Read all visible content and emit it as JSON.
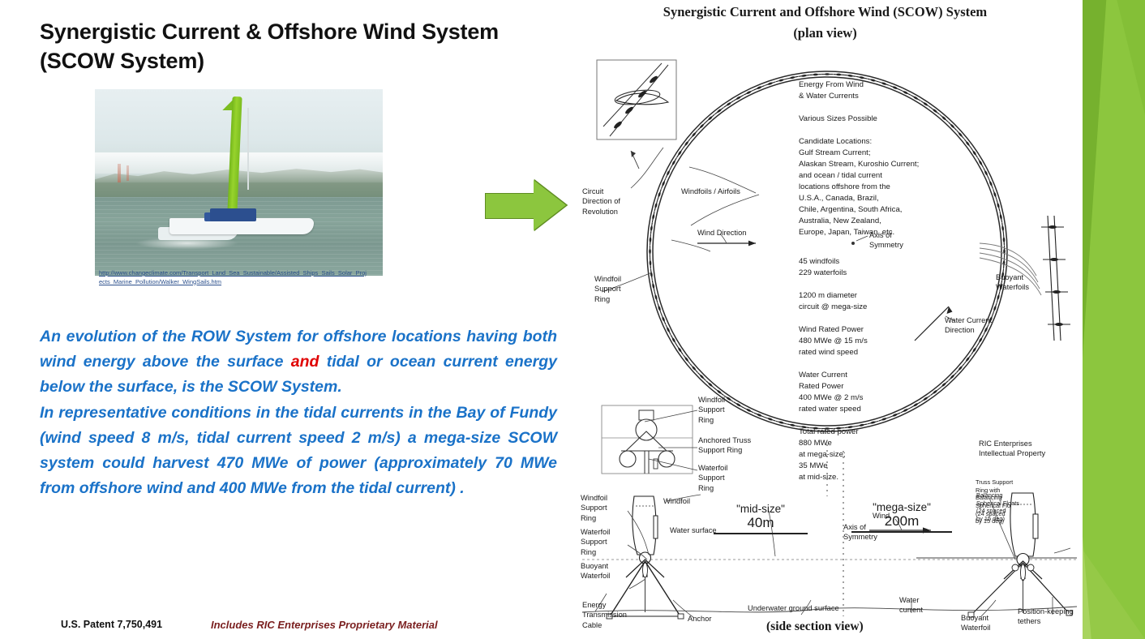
{
  "slide": {
    "title": "Synergistic Current & Offshore Wind System\n(SCOW System)",
    "photo_url": "http://www.changeclimate.com/Transport_Land_Sea_Sustainable/Assisted_Ships_Sails_Solar_Projects_Marine_Pollution/Walker_WingSails.htm",
    "body_paragraph_1_a": "An evolution of the ROW System for offshore locations having both wind energy above the surface ",
    "body_paragraph_1_highlight": "and",
    "body_paragraph_1_b": " tidal or ocean current energy below the surface, is the SCOW System.",
    "body_paragraph_2": "In representative conditions in the tidal currents in the Bay of Fundy (wind speed 8 m/s, tidal current speed 2 m/s) a mega-size SCOW system could harvest 470 MWe of power (approximately 70 MWe from offshore wind and 400 MWe from the tidal current) .",
    "patent": "U.S. Patent 7,750,491",
    "proprietary": "Includes RIC Enterprises Proprietary  Material"
  },
  "colors": {
    "accent_green": "#8cc63e",
    "body_blue": "#1a72c8",
    "highlight_red": "#e00000",
    "proprietary_maroon": "#7a1f1f"
  },
  "diagram": {
    "title": "Synergistic Current and Offshore Wind (SCOW) System",
    "subtitle": "(plan  view)",
    "side_view_caption": "(side section view)",
    "plan_labels": {
      "circuit_direction": "Circuit\nDirection of\nRevolution",
      "windfoils_airfoils": "Windfoils / Airfoils",
      "wind_direction": "Wind Direction",
      "windfoil_support_ring_left": "Windfoil\nSupport\nRing",
      "axis_of_symmetry": "Axis of\nSymmetry",
      "water_current_direction": "Water Current\nDirection",
      "buoyant_waterfoils": "Buoyant\nWaterfoils",
      "windfoil_support_ring_inset": "Windfoil\nSupport\nRing",
      "anchored_truss_support_ring": "Anchored Truss\nSupport Ring",
      "waterfoil_support_ring": "Waterfoil\nSupport\nRing",
      "ric_property": "RIC Enterprises\nIntellectual Property",
      "truss_support_note": "Truss Support\nRing with\nBalancing\nSpherical Floats\n(24 spaced\nby 15 deg)"
    },
    "center_text_block": "Energy From Wind\n& Water Currents\n\nVarious Sizes Possible\n\nCandidate Locations:\nGulf Stream Current;\nAlaskan Stream, Kuroshio Current;\nand ocean / tidal current\nlocations offshore from the\nU.S.A., Canada, Brazil,\nChile, Argentina, South Africa,\nAustralia, New Zealand,\nEurope, Japan, Taiwan, etc.",
    "specs_block": "45 windfoils\n229 waterfoils\n\n1200 m diameter\ncircuit @ mega-size\n\nWind Rated Power\n480 MWe @ 15 m/s\nrated wind speed\n\nWater Current\nRated Power\n400 MWe @ 2 m/s\nrated water speed\n\nTotal rated power\n880 MWe\nat mega-size;\n35 MWe\nat mid-size.",
    "side_labels": {
      "windfoil_support_ring": "Windfoil\nSupport\nRing",
      "waterfoil_support_ring": "Waterfoil\nSupport\nRing",
      "buoyant_waterfoil_left": "Buoyant\nWaterfoil",
      "windfoil": "Windfoil",
      "water_surface": "Water surface",
      "axis_of_symmetry": "Axis of\nSymmetry",
      "wind": "Wind",
      "balancing_floats": "Balancing\nSpherical Floats\n(24 spaced\nby 15 deg)",
      "energy_transmission_cable": "Energy\nTransmission\nCable",
      "anchor": "Anchor",
      "underwater_ground_surface": "Underwater ground surface",
      "water_current": "Water\ncurrent",
      "buoyant_waterfoil_right": "Buoyant\nWaterfoil",
      "position_keeping_tethers": "Position-keeping\ntethers"
    },
    "size_mid_label": "\"mid-size\"",
    "size_mid_value": "40m",
    "size_mega_label": "\"mega-size\"",
    "size_mega_value": "200m"
  }
}
